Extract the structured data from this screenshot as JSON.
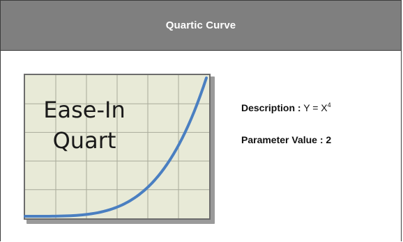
{
  "header": {
    "title": "Quartic Curve"
  },
  "graph": {
    "label_line1": "Ease-In",
    "label_line2": "Quart",
    "grid_color": "#a8aa9a",
    "background_color": "#e8ead7",
    "curve_color": "#4a7fc1",
    "curve_exponent": 4
  },
  "info": {
    "description_label": "Description :",
    "formula_base": "Y = X",
    "formula_exponent": "4",
    "parameter_label": "Parameter Value :",
    "parameter_value": "2"
  }
}
